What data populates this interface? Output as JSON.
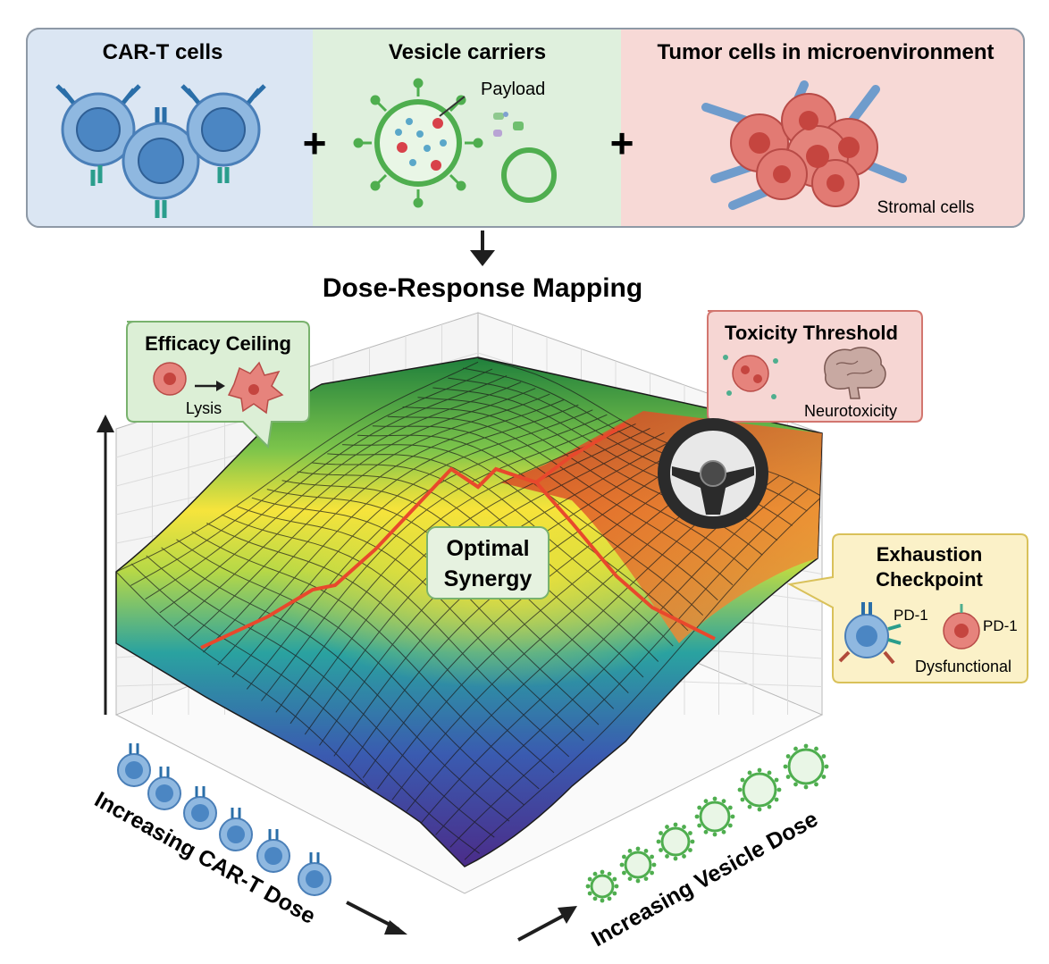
{
  "panels": {
    "cart": {
      "title": "CAR-T cells",
      "bg": "#dbe6f3"
    },
    "vesicle": {
      "title": "Vesicle carriers",
      "payload_label": "Payload",
      "bg": "#dff0dd"
    },
    "tumor": {
      "title": "Tumor cells in microenvironment",
      "stromal_label": "Stromal cells",
      "bg": "#f7d9d6"
    },
    "plus_symbol": "+"
  },
  "main_title": "Dose-Response Mapping",
  "callouts": {
    "efficacy": {
      "title": "Efficacy Ceiling",
      "caption": "Lysis"
    },
    "toxicity": {
      "title": "Toxicity Threshold",
      "caption": "Neurotoxicity"
    },
    "exhaustion": {
      "title_line1": "Exhaustion",
      "title_line2": "Checkpoint",
      "pd1_left": "PD-1",
      "pd1_right": "PD-1",
      "caption": "Dysfunctional"
    },
    "synergy": {
      "line1": "Optimal",
      "line2": "Synergy"
    }
  },
  "axes": {
    "cart_dose": "Increasing CAR-T Dose",
    "vesicle_dose": "Increasing Vesicle Dose"
  },
  "colors": {
    "cell_blue": "#6fa3d4",
    "cell_blue_dark": "#3c72ad",
    "vesicle_green": "#5dbb5d",
    "tumor_red": "#e06a64",
    "surface_low": "#4a2f86",
    "surface_mid": "#f2e339",
    "surface_high": "#238b3b",
    "threshold_line": "#e8482c"
  },
  "icons": [
    "steering-wheel-icon",
    "brain-icon",
    "arrow-down-icon"
  ]
}
